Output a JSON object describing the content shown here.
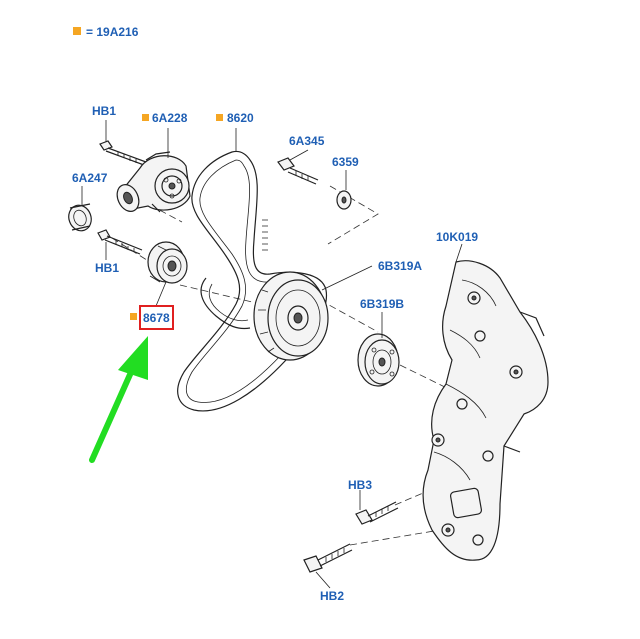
{
  "colors": {
    "label": "#1f5fb4",
    "marker": "#f5a623",
    "highlight": "#e02020",
    "arrow": "#22dd22",
    "line": "#222222"
  },
  "legend": {
    "code": "= 19A216"
  },
  "labels": {
    "hb1_top": "HB1",
    "hb1_bottom": "HB1",
    "p6a228": "6A228",
    "p8620": "8620",
    "p6a247": "6A247",
    "p6a345": "6A345",
    "p6359": "6359",
    "p10k019": "10K019",
    "p6b319a": "6B319A",
    "p6b319b": "6B319B",
    "p8678": "8678",
    "hb3": "HB3",
    "hb2": "HB2"
  }
}
